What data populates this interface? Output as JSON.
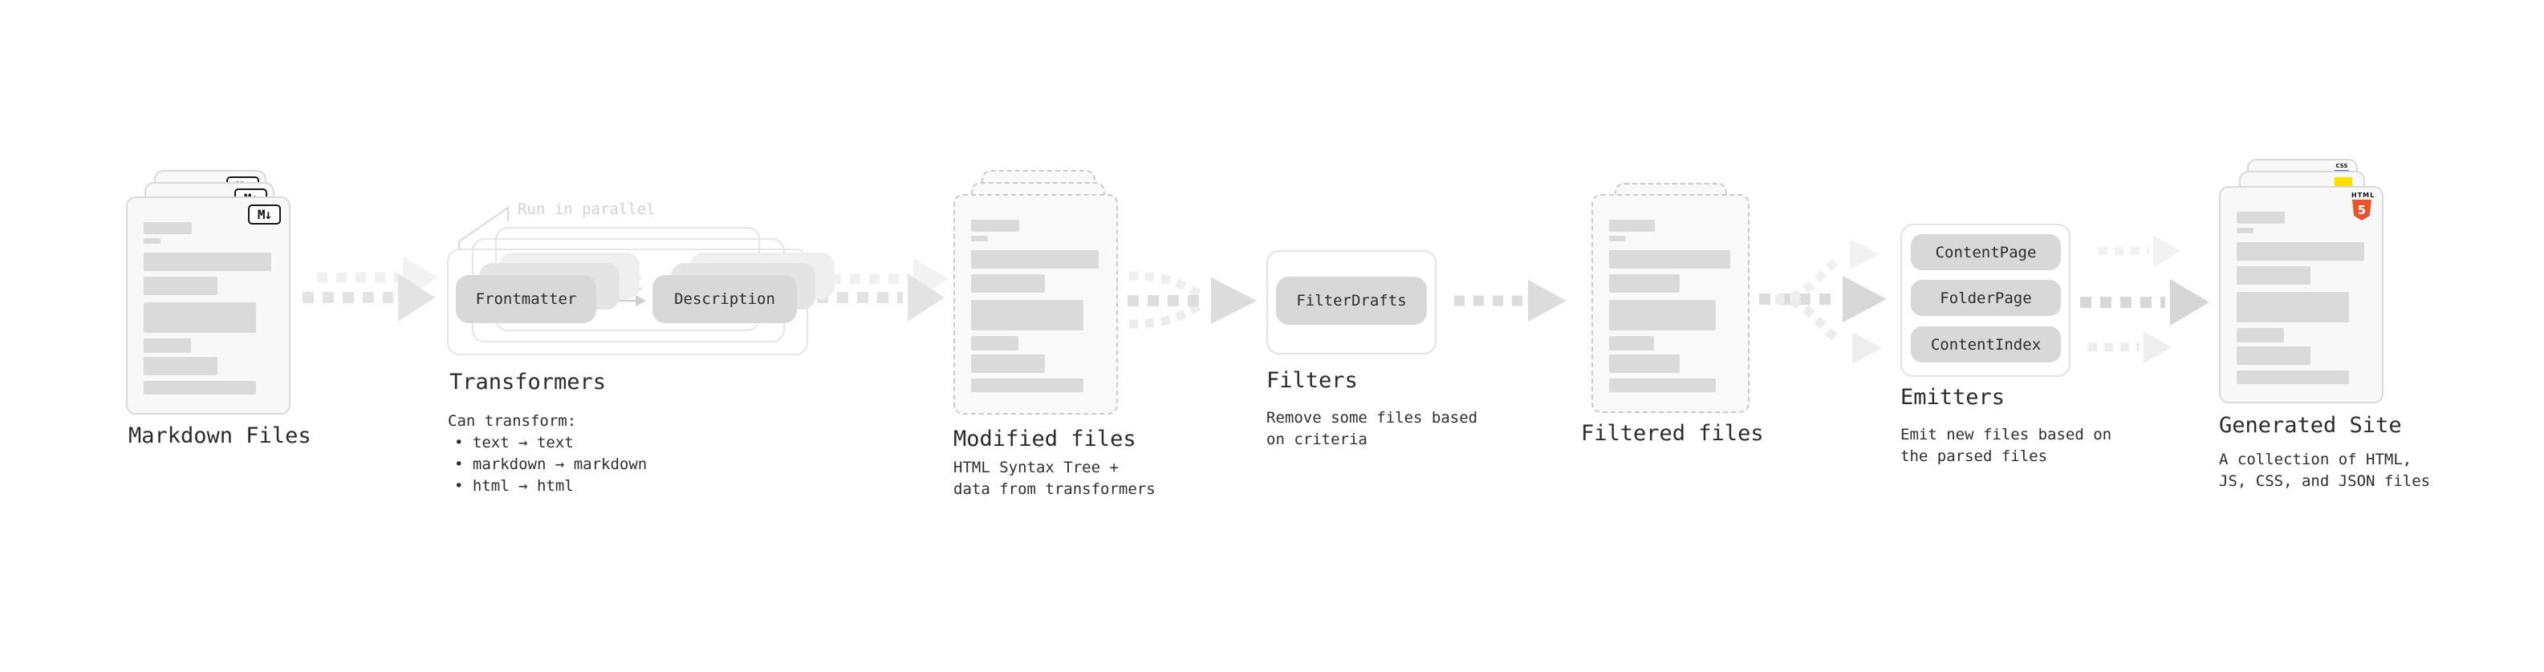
{
  "stages": {
    "markdown": {
      "label": "Markdown Files",
      "badge": "M↓"
    },
    "transformers": {
      "label": "Transformers",
      "annotation": "Run in parallel",
      "pill_left": "Frontmatter",
      "pill_right": "Description",
      "desc_title": "Can transform:",
      "bullets": [
        "• text → text",
        "• markdown → markdown",
        "• html → html"
      ]
    },
    "modified": {
      "label": "Modified files",
      "desc1": "HTML Syntax Tree +",
      "desc2": "data from transformers"
    },
    "filters": {
      "label": "Filters",
      "pill": "FilterDrafts",
      "desc1": "Remove some files based",
      "desc2": "on criteria"
    },
    "filtered": {
      "label": "Filtered files"
    },
    "emitters": {
      "label": "Emitters",
      "pills": [
        "ContentPage",
        "FolderPage",
        "ContentIndex"
      ],
      "desc1": "Emit new files based on",
      "desc2": "the parsed files"
    },
    "site": {
      "label": "Generated Site",
      "desc1": "A collection of HTML,",
      "desc2": "JS, CSS, and JSON files",
      "html_icon_word": "HTML",
      "html_icon_number": "5",
      "css_icon_word": "CSS"
    }
  },
  "colors": {
    "html5_orange": "#e8542d",
    "js_yellow": "#ffdf00",
    "css_blue": "#2d6ae3",
    "text": "#2b2b2b",
    "annotation_gray": "#d2d2d2",
    "pill_gray": "#d8d8d8",
    "bar_gray": "#dadada"
  }
}
